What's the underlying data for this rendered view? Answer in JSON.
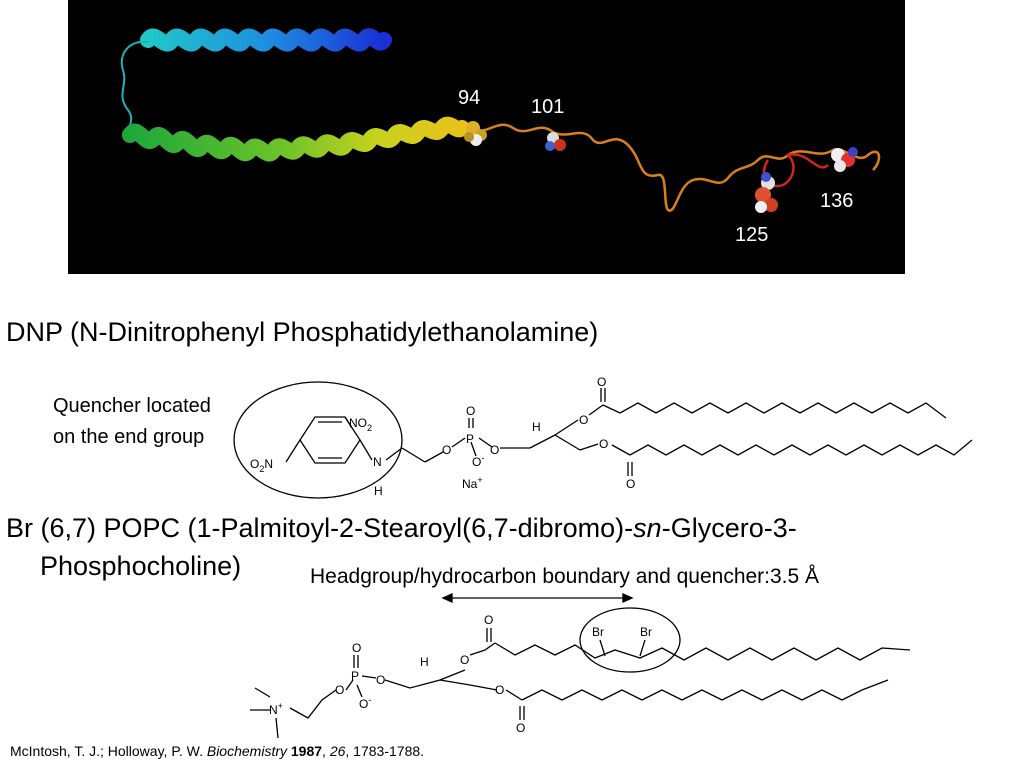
{
  "protein": {
    "residue_labels": [
      "94",
      "101",
      "125",
      "136"
    ]
  },
  "dnp_heading": "DNP (N-Dinitrophenyl Phosphatidylethanolamine)",
  "quencher_note": "Quencher located on the end group",
  "br_heading": {
    "line1_a": "Br (6,7) POPC (1-Palmitoyl-2-Stearoyl(6,7-dibromo)-",
    "line1_italic": "sn",
    "line1_b": "-Glycero-3-",
    "line2": "Phosphocholine)"
  },
  "boundary_label": "Headgroup/hydrocarbon boundary and quencher:3.5 Å",
  "chem_labels": {
    "no2": "NO",
    "sub2": "2",
    "o2n_o": "O",
    "o2n_2": "2",
    "o2n_n": "N",
    "n": "N",
    "h": "H",
    "o": "O",
    "p": "P",
    "o_minus": "O",
    "minus": "-",
    "na": "Na",
    "plus": "+",
    "br": "Br",
    "n_plus": "N"
  },
  "citation": {
    "authors": "McIntosh, T. J.; Holloway, P. W. ",
    "journal": "Biochemistry",
    "year": "1987",
    "volume": "26",
    "pages": ", 1783-1788."
  },
  "colors": {
    "panel_bg": "#000000",
    "helix_blue": "#1a2fd6",
    "helix_cyan": "#1fb3d8",
    "helix_green": "#21b531",
    "helix_yellow": "#e6d51a",
    "coil_orange": "#d9801c",
    "coil_red": "#d2261a"
  }
}
